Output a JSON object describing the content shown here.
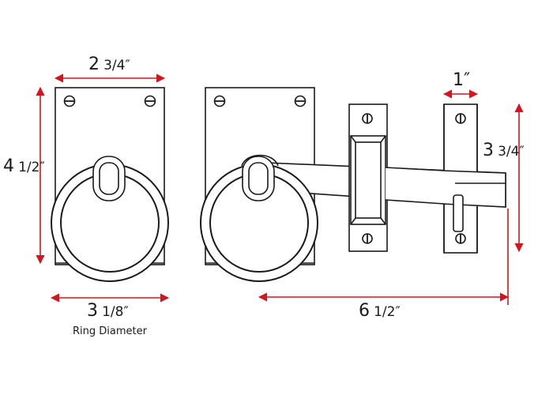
{
  "dimensions": {
    "plate_width": {
      "whole": "2",
      "fraction": "3/4″"
    },
    "plate_height": {
      "whole": "4",
      "fraction": "1/2″"
    },
    "ring_diameter": {
      "whole": "3",
      "fraction": "1/8″"
    },
    "ring_caption": "Ring Diameter",
    "keeper_width": {
      "whole": "1″",
      "fraction": ""
    },
    "keeper_height": {
      "whole": "3",
      "fraction": "3/4″"
    },
    "overall_length": {
      "whole": "6",
      "fraction": "1/2″"
    }
  },
  "colors": {
    "dimension_line": "#d4151f",
    "outline": "#1a1a1a",
    "fill": "#ffffff"
  }
}
